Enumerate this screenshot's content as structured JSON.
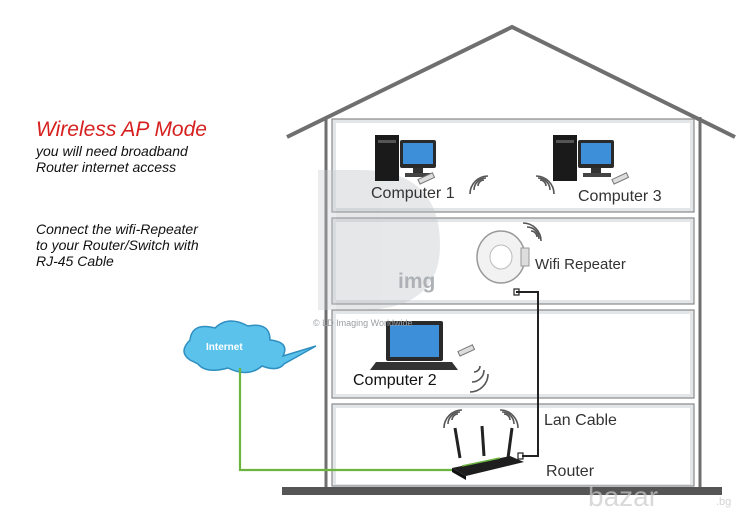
{
  "left_panel": {
    "title": "Wireless AP Mode",
    "subtitle_lines": [
      "you will need broadband",
      "Router internet access"
    ],
    "instruction_lines": [
      "Connect the wifi-Repeater",
      "to your Router/Switch with",
      "RJ-45 Cable"
    ]
  },
  "devices": {
    "computer1": "Computer 1",
    "computer3": "Computer 3",
    "repeater": "Wifi Repeater",
    "computer2": "Computer 2",
    "lan_cable": "Lan Cable",
    "router": "Router",
    "internet": "Internet"
  },
  "watermark": {
    "logo_text": "img",
    "caption": "© LD Imaging Worldwide",
    "site": "bazar",
    "site_suffix": ".bg"
  },
  "colors": {
    "house_line": "#6f6f6f",
    "floor_fill": "#e3e6e8",
    "title_red": "#d6201f",
    "cloud": "#5bc2ec",
    "green_cable": "#6cb33f",
    "lan_cable": "#222222",
    "ground": "#555555"
  }
}
